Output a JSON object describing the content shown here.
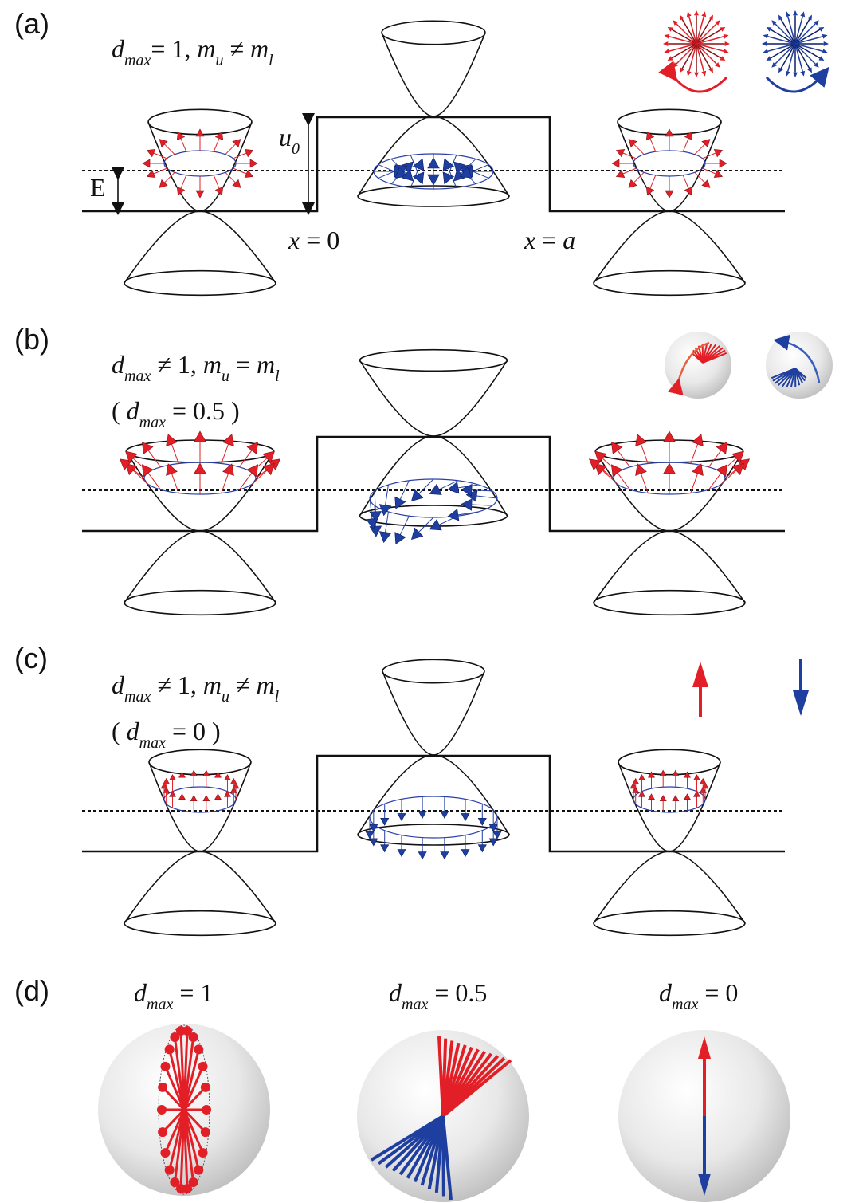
{
  "panels": [
    {
      "label": "(a)",
      "cond_d": "d",
      "cond_d_sub": "max",
      "cond_rel": "= 1, ",
      "cond_m": "m",
      "cond_m_sub": "u",
      "cond_m_rel": " ≠ ",
      "cond_m2": "m",
      "cond_m2_sub": "l",
      "value_d": "",
      "value_d_sub": "",
      "value_rel": ""
    },
    {
      "label": "(b)",
      "cond_d": "d",
      "cond_d_sub": "max",
      "cond_rel": " ≠ 1, ",
      "cond_m": "m",
      "cond_m_sub": "u",
      "cond_m_rel": " = ",
      "cond_m2": "m",
      "cond_m2_sub": "l",
      "value_open": "( ",
      "value_d": "d",
      "value_d_sub": "max",
      "value_rel": " = 0.5 )"
    },
    {
      "label": "(c)",
      "cond_d": "d",
      "cond_d_sub": "max",
      "cond_rel": " ≠ 1, ",
      "cond_m": "m",
      "cond_m_sub": "u",
      "cond_m_rel": " ≠ ",
      "cond_m2": "m",
      "cond_m2_sub": "l",
      "value_open": "( ",
      "value_d": "d",
      "value_d_sub": "max",
      "value_rel": " = 0 )"
    }
  ],
  "labels_a": {
    "energy": "E",
    "barrier_u": "u",
    "barrier_sub": "0",
    "x0_var": "x",
    "x0_rel": " = 0",
    "xa_var": "x",
    "xa_rel": " = ",
    "xa_val": "a"
  },
  "panel_d": {
    "label": "(d)",
    "spheres": [
      {
        "d": "d",
        "sub": "max",
        "rel": " = 1"
      },
      {
        "d": "d",
        "sub": "max",
        "rel": " = 0.5"
      },
      {
        "d": "d",
        "sub": "max",
        "rel": " = 0"
      }
    ]
  },
  "colors": {
    "red": "#e21e26",
    "dark_red": "#8b0f14",
    "blue": "#1f3fa0",
    "dark_blue": "#0d1f66"
  }
}
